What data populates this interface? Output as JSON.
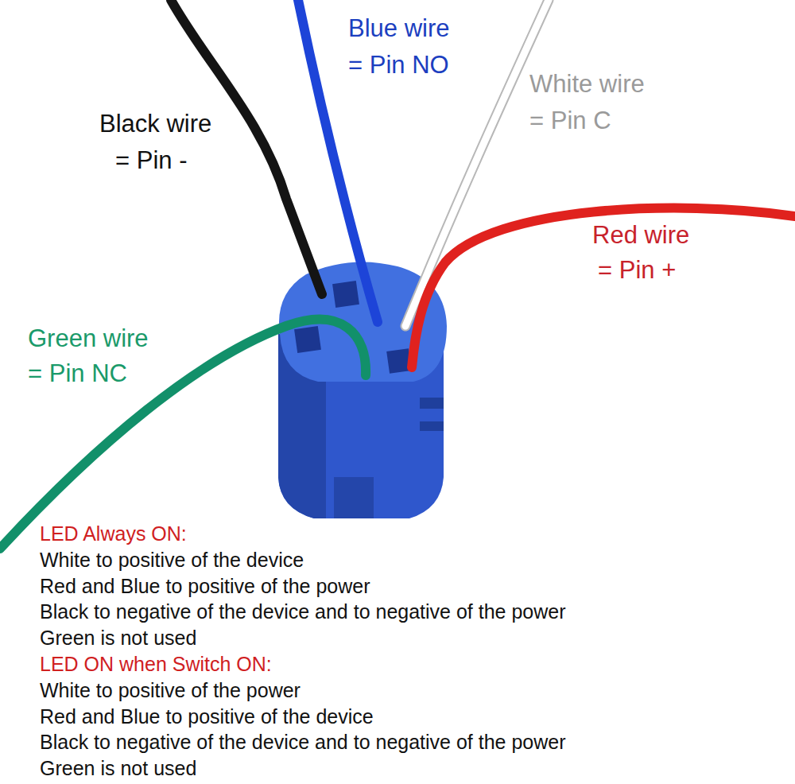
{
  "diagram": {
    "labels": [
      "Black wire",
      "= Pin -",
      "Blue wire",
      "= Pin NO",
      "White wire",
      "= Pin C",
      "Red wire",
      "= Pin +",
      "Green wire",
      "= Pin NC",
      "LED Always ON:",
      "White to positive of the device",
      "Red and Blue to positive of the power",
      "Black to negative of the device and to negative of the power",
      "Green is not used",
      "LED ON when Switch ON:",
      "White to positive of the power",
      "Red and Blue to positive of the device",
      "Black to negative of the device and to negative of the power",
      "Green is not used"
    ]
  }
}
